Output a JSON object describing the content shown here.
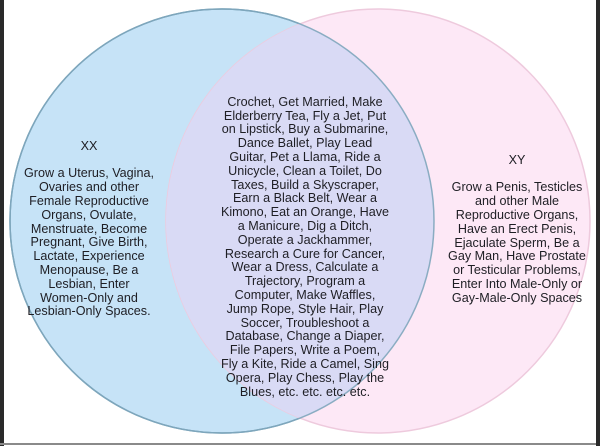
{
  "diagram": {
    "type": "venn",
    "sets": [
      {
        "id": "xx",
        "title": "XX",
        "items_text": "Grow a Uterus, Vagina,\nOvaries and other\nFemale Reproductive\nOrgans, Ovulate,\nMenstruate, Become\nPregnant, Give Birth,\nLactate, Experience\nMenopause, Be a\nLesbian, Enter\nWomen-Only and\nLesbian-Only Spaces.",
        "fill": "#c6e3f7",
        "stroke": "#6e9fb3"
      },
      {
        "id": "xy",
        "title": "XY",
        "items_text": "Grow a Penis, Testicles\nand other Male\nReproductive Organs,\nHave an Erect Penis,\nEjaculate Sperm, Be a\nGay Man, Have Prostate\nor Testicular Problems,\nEnter Into Male-Only or\nGay-Male-Only Spaces",
        "fill": "#fde8f6",
        "stroke": "#eecadd"
      }
    ],
    "intersection": {
      "items_text": "Crochet, Get Married, Make\nElderberry Tea, Fly a Jet, Put\non Lipstick, Buy a Submarine,\nDance Ballet, Play Lead\nGuitar, Pet a Llama, Ride a\nUnicycle, Clean a Toilet, Do\nTaxes, Build a Skyscraper,\nEarn a Black Belt, Wear a\nKimono, Eat an Orange, Have\na Manicure, Dig a Ditch,\nOperate a Jackhammer,\nResearch a Cure for Cancer,\nWear a Dress, Calculate a\nTrajectory, Program a\nComputer, Make Waffles,\nJump Rope, Style Hair, Play\nSoccer, Troubleshoot a\nDatabase, Change a Diaper,\nFile Papers, Write a Poem,\nFly a Kite, Ride a Camel, Sing\nOpera, Play Chess, Play the\nBlues, etc. etc. etc. etc.",
      "fill": "#d9daf5"
    }
  }
}
